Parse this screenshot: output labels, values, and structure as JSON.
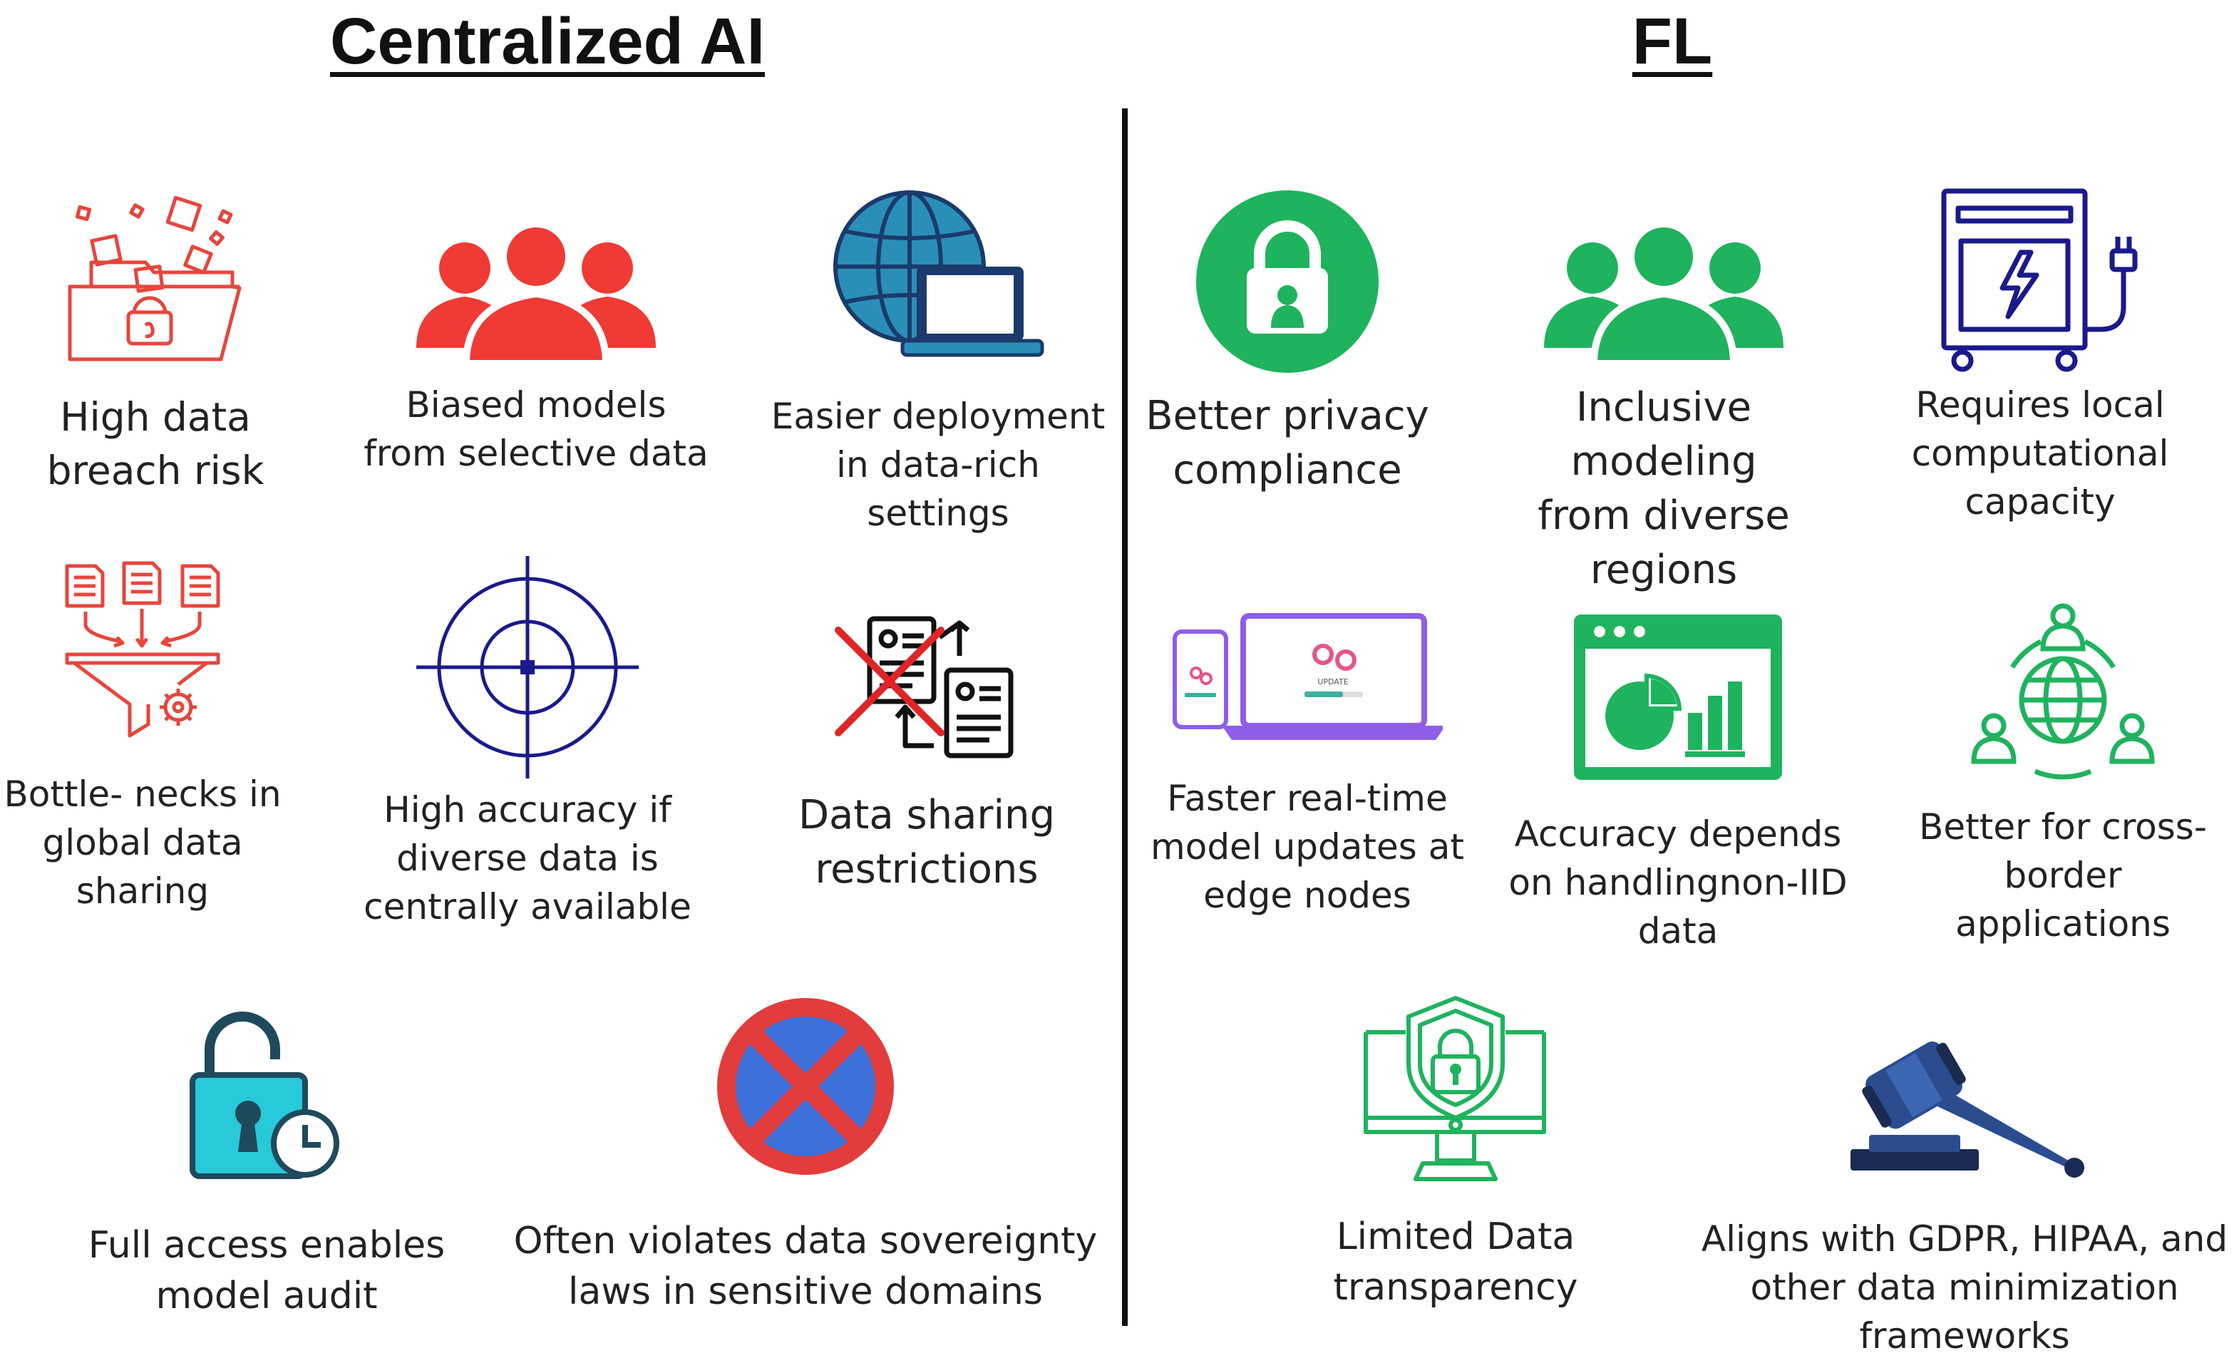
{
  "headings": {
    "left": "Centralized AI",
    "right": "FL"
  },
  "centralized": {
    "items": [
      {
        "label": "High data\nbreach risk",
        "icon": "folder-breach-icon"
      },
      {
        "label": "Biased models\nfrom selective data",
        "icon": "users-group-icon"
      },
      {
        "label": "Easier deployment\nin data-rich settings",
        "icon": "globe-laptop-icon"
      },
      {
        "label": "Bottle- necks in\nglobal data\nsharing",
        "icon": "funnel-documents-icon"
      },
      {
        "label": "High accuracy if\ndiverse data is\ncentrally available",
        "icon": "crosshair-target-icon"
      },
      {
        "label": "Data sharing\nrestrictions",
        "icon": "blocked-document-exchange-icon"
      },
      {
        "label": "Full access enables\nmodel audit",
        "icon": "unlocked-padlock-clock-icon"
      },
      {
        "label": "Often violates data sovereignty\nlaws in sensitive domains",
        "icon": "no-entry-sign-icon"
      }
    ]
  },
  "fl": {
    "items": [
      {
        "label": "Better privacy\ncompliance",
        "icon": "lock-circle-icon"
      },
      {
        "label": "Inclusive modeling\nfrom diverse\nregions",
        "icon": "users-group-icon"
      },
      {
        "label": "Requires local\ncomputational\ncapacity",
        "icon": "power-unit-icon"
      },
      {
        "label": "Faster real-time\nmodel updates at\nedge nodes",
        "icon": "device-update-icon"
      },
      {
        "label": "Accuracy depends\non handlingnon-IID\ndata",
        "icon": "dashboard-chart-icon"
      },
      {
        "label": "Better for cross-\nborder\napplications",
        "icon": "globe-network-icon"
      },
      {
        "label": "Limited Data\ntransparency",
        "icon": "shield-monitor-icon"
      },
      {
        "label": "Aligns with GDPR, HIPAA, and\nother data minimization\nframeworks",
        "icon": "gavel-icon"
      }
    ],
    "update_screen_text": "UPDATE"
  },
  "colors": {
    "centralized_red": "#e8453c",
    "people_red": "#f03a35",
    "fl_green": "#1fb35e",
    "navy": "#1a1a8c",
    "globe_blue": "#2a8fb8",
    "purple": "#8e5ee8",
    "gavel_blue": "#2b4d8f"
  }
}
